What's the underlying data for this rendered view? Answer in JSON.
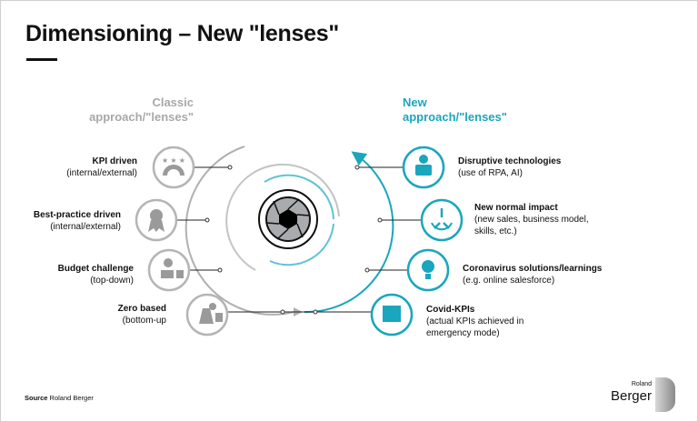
{
  "title": "Dimensioning – New \"lenses\"",
  "classic_heading": [
    "Classic",
    "approach/\"lenses\""
  ],
  "new_heading": [
    "New",
    "approach/\"lenses\""
  ],
  "classic_items": [
    {
      "title": "KPI driven",
      "sub": "(internal/external)",
      "icon": "gauge-icon"
    },
    {
      "title": "Best-practice driven",
      "sub": "(internal/external)",
      "icon": "award-ribbon-icon"
    },
    {
      "title": "Budget challenge",
      "sub": "(top-down)",
      "icon": "money-lock-icon"
    },
    {
      "title": "Zero based",
      "sub": "(bottom-up",
      "icon": "money-bag-icon"
    }
  ],
  "new_items": [
    {
      "title": "Disruptive technologies",
      "sub": "(use of RPA, AI)",
      "icon": "robot-icon"
    },
    {
      "title": "New normal impact",
      "sub": "(new sales, business model,",
      "sub2": "skills, etc.)",
      "icon": "converge-arrows-icon"
    },
    {
      "title": "Coronavirus solutions/learnings",
      "sub": "(e.g. online salesforce)",
      "icon": "lightbulb-icon"
    },
    {
      "title": "Covid-KPIs",
      "sub": "(actual KPIs achieved in",
      "sub2": "emergency mode)",
      "icon": "chart-screen-icon"
    }
  ],
  "source_label": "Source",
  "source_value": "Roland Berger",
  "logo": {
    "line1": "Roland",
    "line2": "Berger"
  },
  "colors": {
    "classic": "#a8a8a8",
    "new": "#1aa6bd",
    "text": "#111111"
  }
}
